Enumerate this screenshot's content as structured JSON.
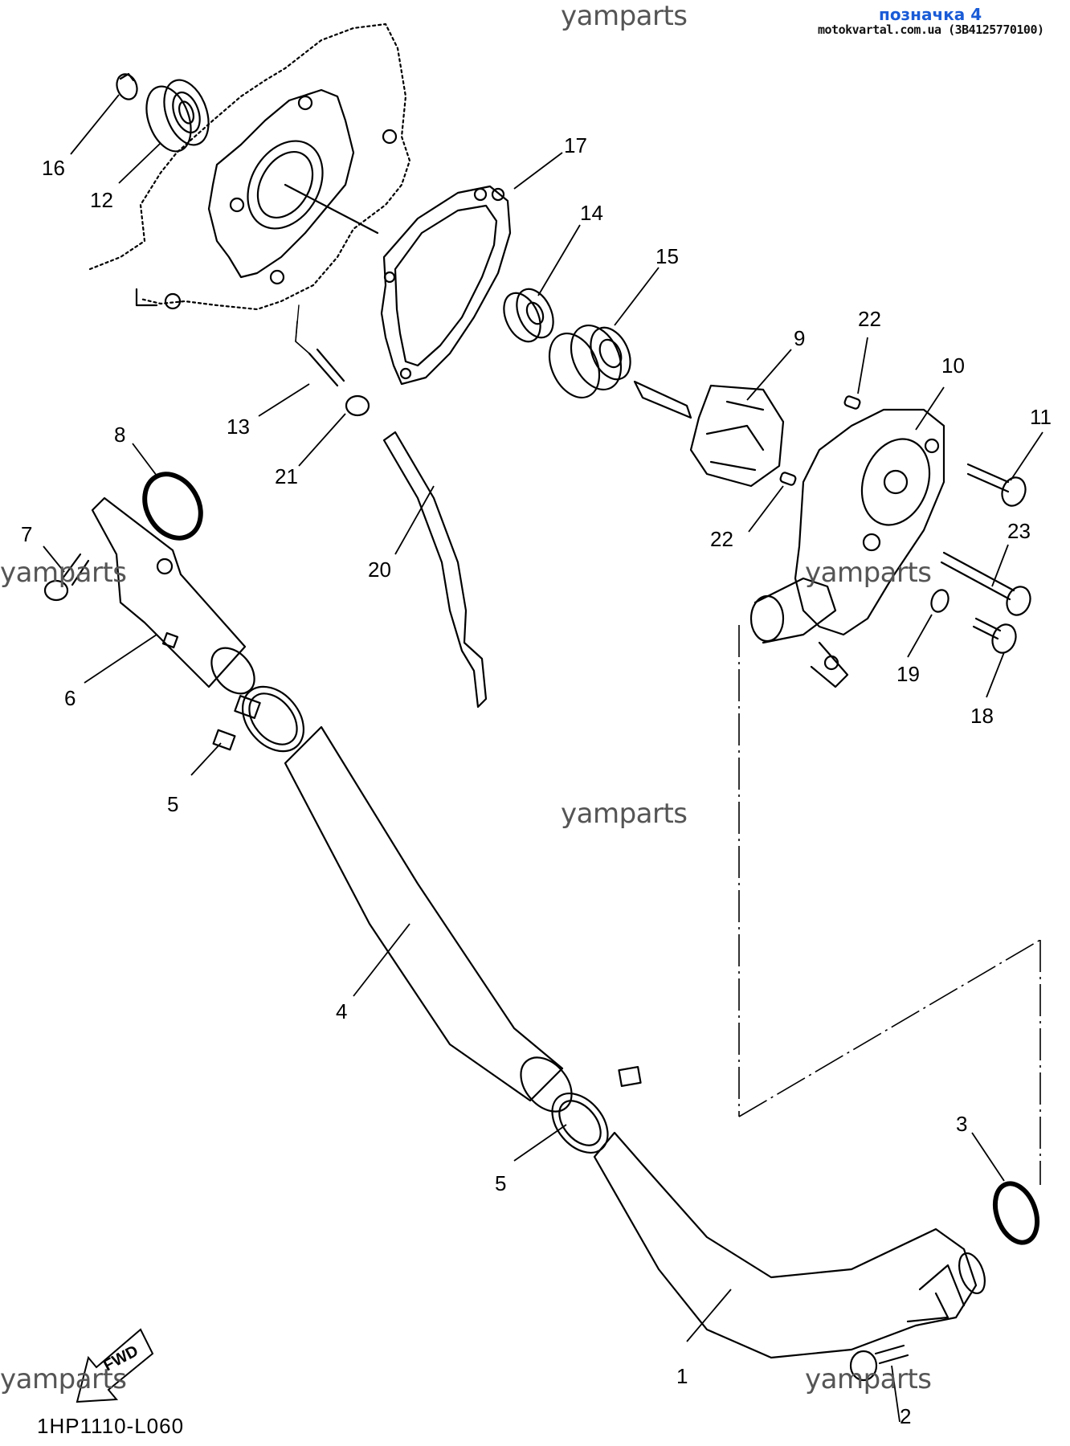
{
  "header": {
    "badge": "позначка 4",
    "site": "motokvartal.com.ua (3B4125770100)"
  },
  "watermarks": [
    "yamparts",
    "yamparts",
    "yamparts",
    "yamparts",
    "yamparts",
    "yamparts"
  ],
  "diagram_code": "1HP1110-L060",
  "direction_label": "FWD",
  "callouts": [
    "16",
    "12",
    "17",
    "14",
    "15",
    "9",
    "22",
    "10",
    "11",
    "13",
    "21",
    "8",
    "7",
    "20",
    "22",
    "23",
    "6",
    "19",
    "18",
    "5",
    "4",
    "5",
    "3",
    "1",
    "2"
  ],
  "colors": {
    "line": "#000000",
    "badge": "#1a5bd6",
    "watermark": "#555555"
  }
}
